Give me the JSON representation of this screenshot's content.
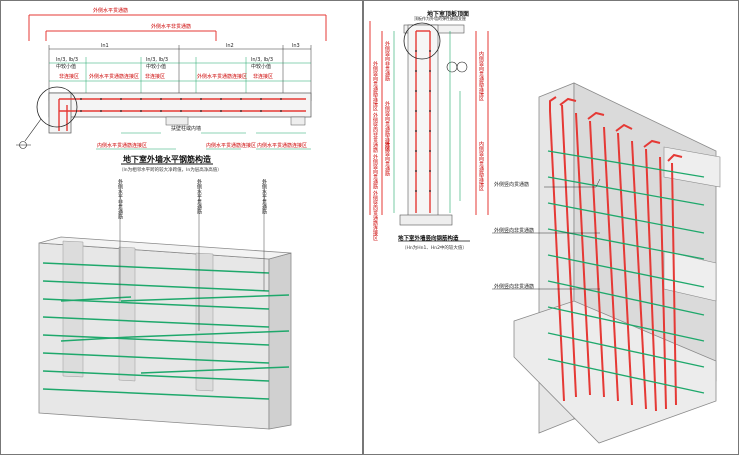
{
  "left_panel": {
    "top_labels": [
      "外侧水平贯通筋",
      "外侧水平非贯通筋"
    ],
    "dims": [
      "ln1",
      "ln2",
      "ln3"
    ],
    "span_labels": [
      {
        "text": "ln/3, lb/3",
        "sub": "中较小值"
      },
      {
        "text": "ln/3, lb/3",
        "sub": "中较小值"
      },
      {
        "text": "ln/3, lb/3",
        "sub": "中较小值"
      }
    ],
    "zone_labels": [
      "非连接区",
      "外侧水平贯通筋连接区",
      "非连接区",
      "外侧水平贯通筋连接区",
      "非连接区"
    ],
    "mid_label": "扶壁柱或内墙",
    "bottom_labels": [
      "内侧水平贯通筋连接区",
      "内侧水平贯通筋连接区",
      "内侧水平贯通筋连接区"
    ],
    "title": "地下室外墙水平钢筋构造",
    "subtitle": "（ln为相邻水平跨的较大净跨值，ln为层高净高值）",
    "vlabels": [
      "外侧水平非贯通筋",
      "外侧水平贯通筋",
      "外侧水平贯通筋"
    ]
  },
  "right_panel": {
    "top_title": "地下室顶板顶面",
    "top_note": "顶板作为外墙的弹性嵌固支座",
    "side_labels_left": [
      "外侧竖向非贯通筋",
      "外侧竖向贯通筋连接区",
      "外侧竖向贯通筋",
      "外侧竖向非贯通筋"
    ],
    "side_labels_right": [
      "内侧竖向贯通筋连接区",
      "内侧竖向贯通筋连接区"
    ],
    "far_left_label": "外侧竖向贯通筋连接区 外侧竖向非贯通筋 外侧竖向贯通筋 外侧竖向贯通筋连接区",
    "title": "地下室外墙竖向钢筋构造",
    "subtitle": "（Hn为Hn1、Hn2中的较大值）",
    "callouts": [
      "外侧竖向贯通筋",
      "外侧竖向非贯通筋",
      "外侧竖向非贯通筋"
    ]
  },
  "colors": {
    "red": "#e53935",
    "green": "#1ea86b",
    "gray": "#9a9a9a"
  }
}
